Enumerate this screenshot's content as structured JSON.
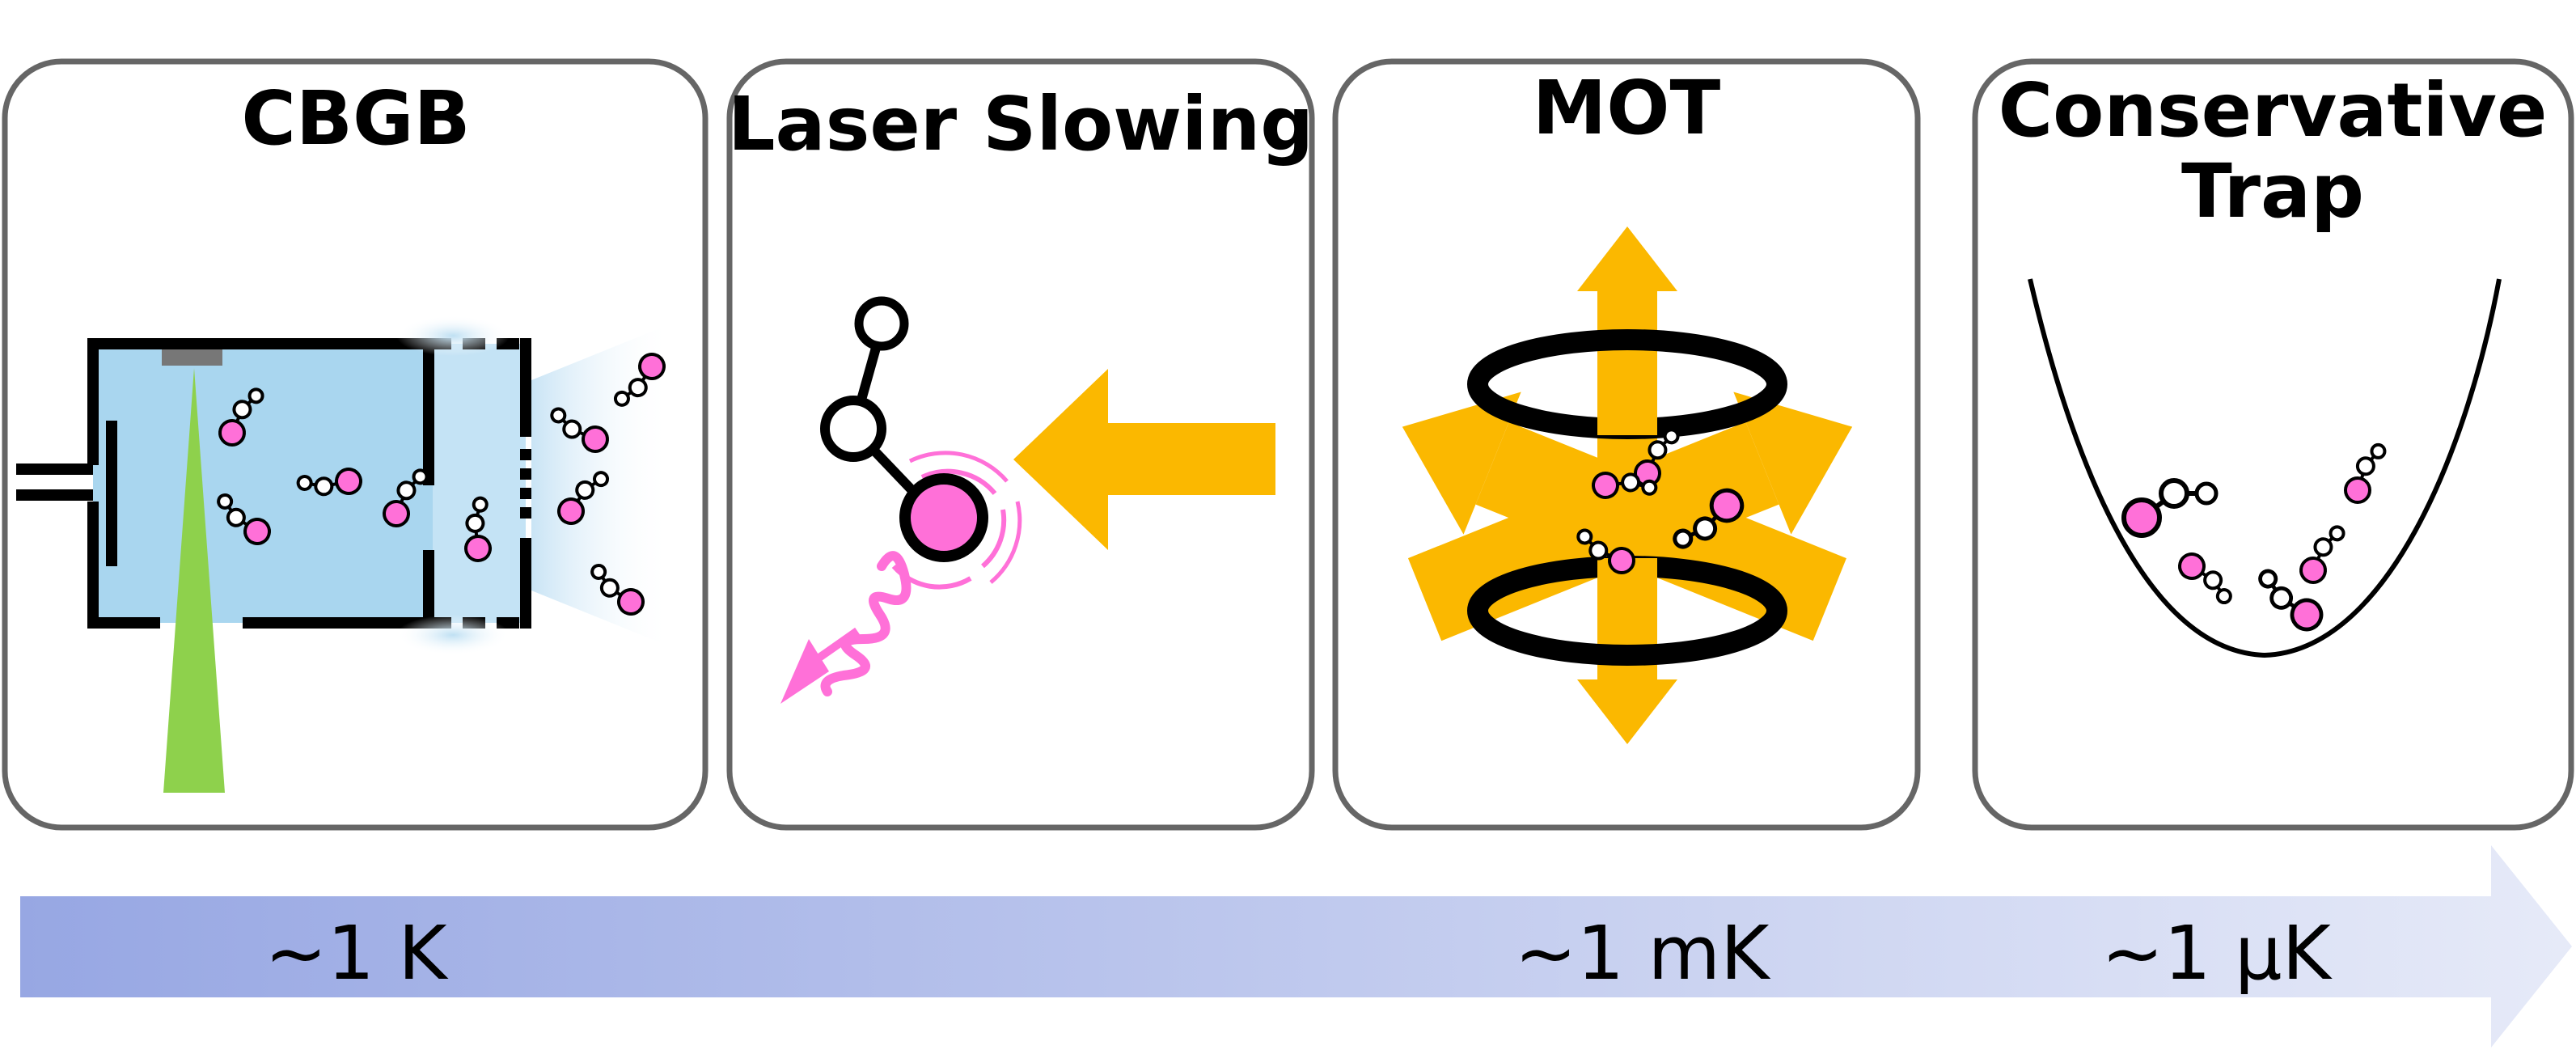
{
  "panels": [
    {
      "title": "CBGB"
    },
    {
      "title": "Laser Slowing"
    },
    {
      "title": "MOT"
    },
    {
      "title_line1": "Conservative",
      "title_line2": "Trap"
    }
  ],
  "temperature_scale": {
    "labels": [
      "~1 K",
      "~1 mK",
      "~1 μK"
    ]
  },
  "colors": {
    "cell_blue": "#a9d6ef",
    "laser_yellow": "#fbb800",
    "molecule_pink": "#ff70d8",
    "ablation_green": "#8ed14c",
    "arrow_gradient_start": "#98a8e4",
    "arrow_gradient_end": "#e4e9f8",
    "panel_border": "#666666"
  },
  "icons": [
    "molecule-icon",
    "laser-beam-icon",
    "coil-icon",
    "photon-icon",
    "potential-well-icon"
  ]
}
